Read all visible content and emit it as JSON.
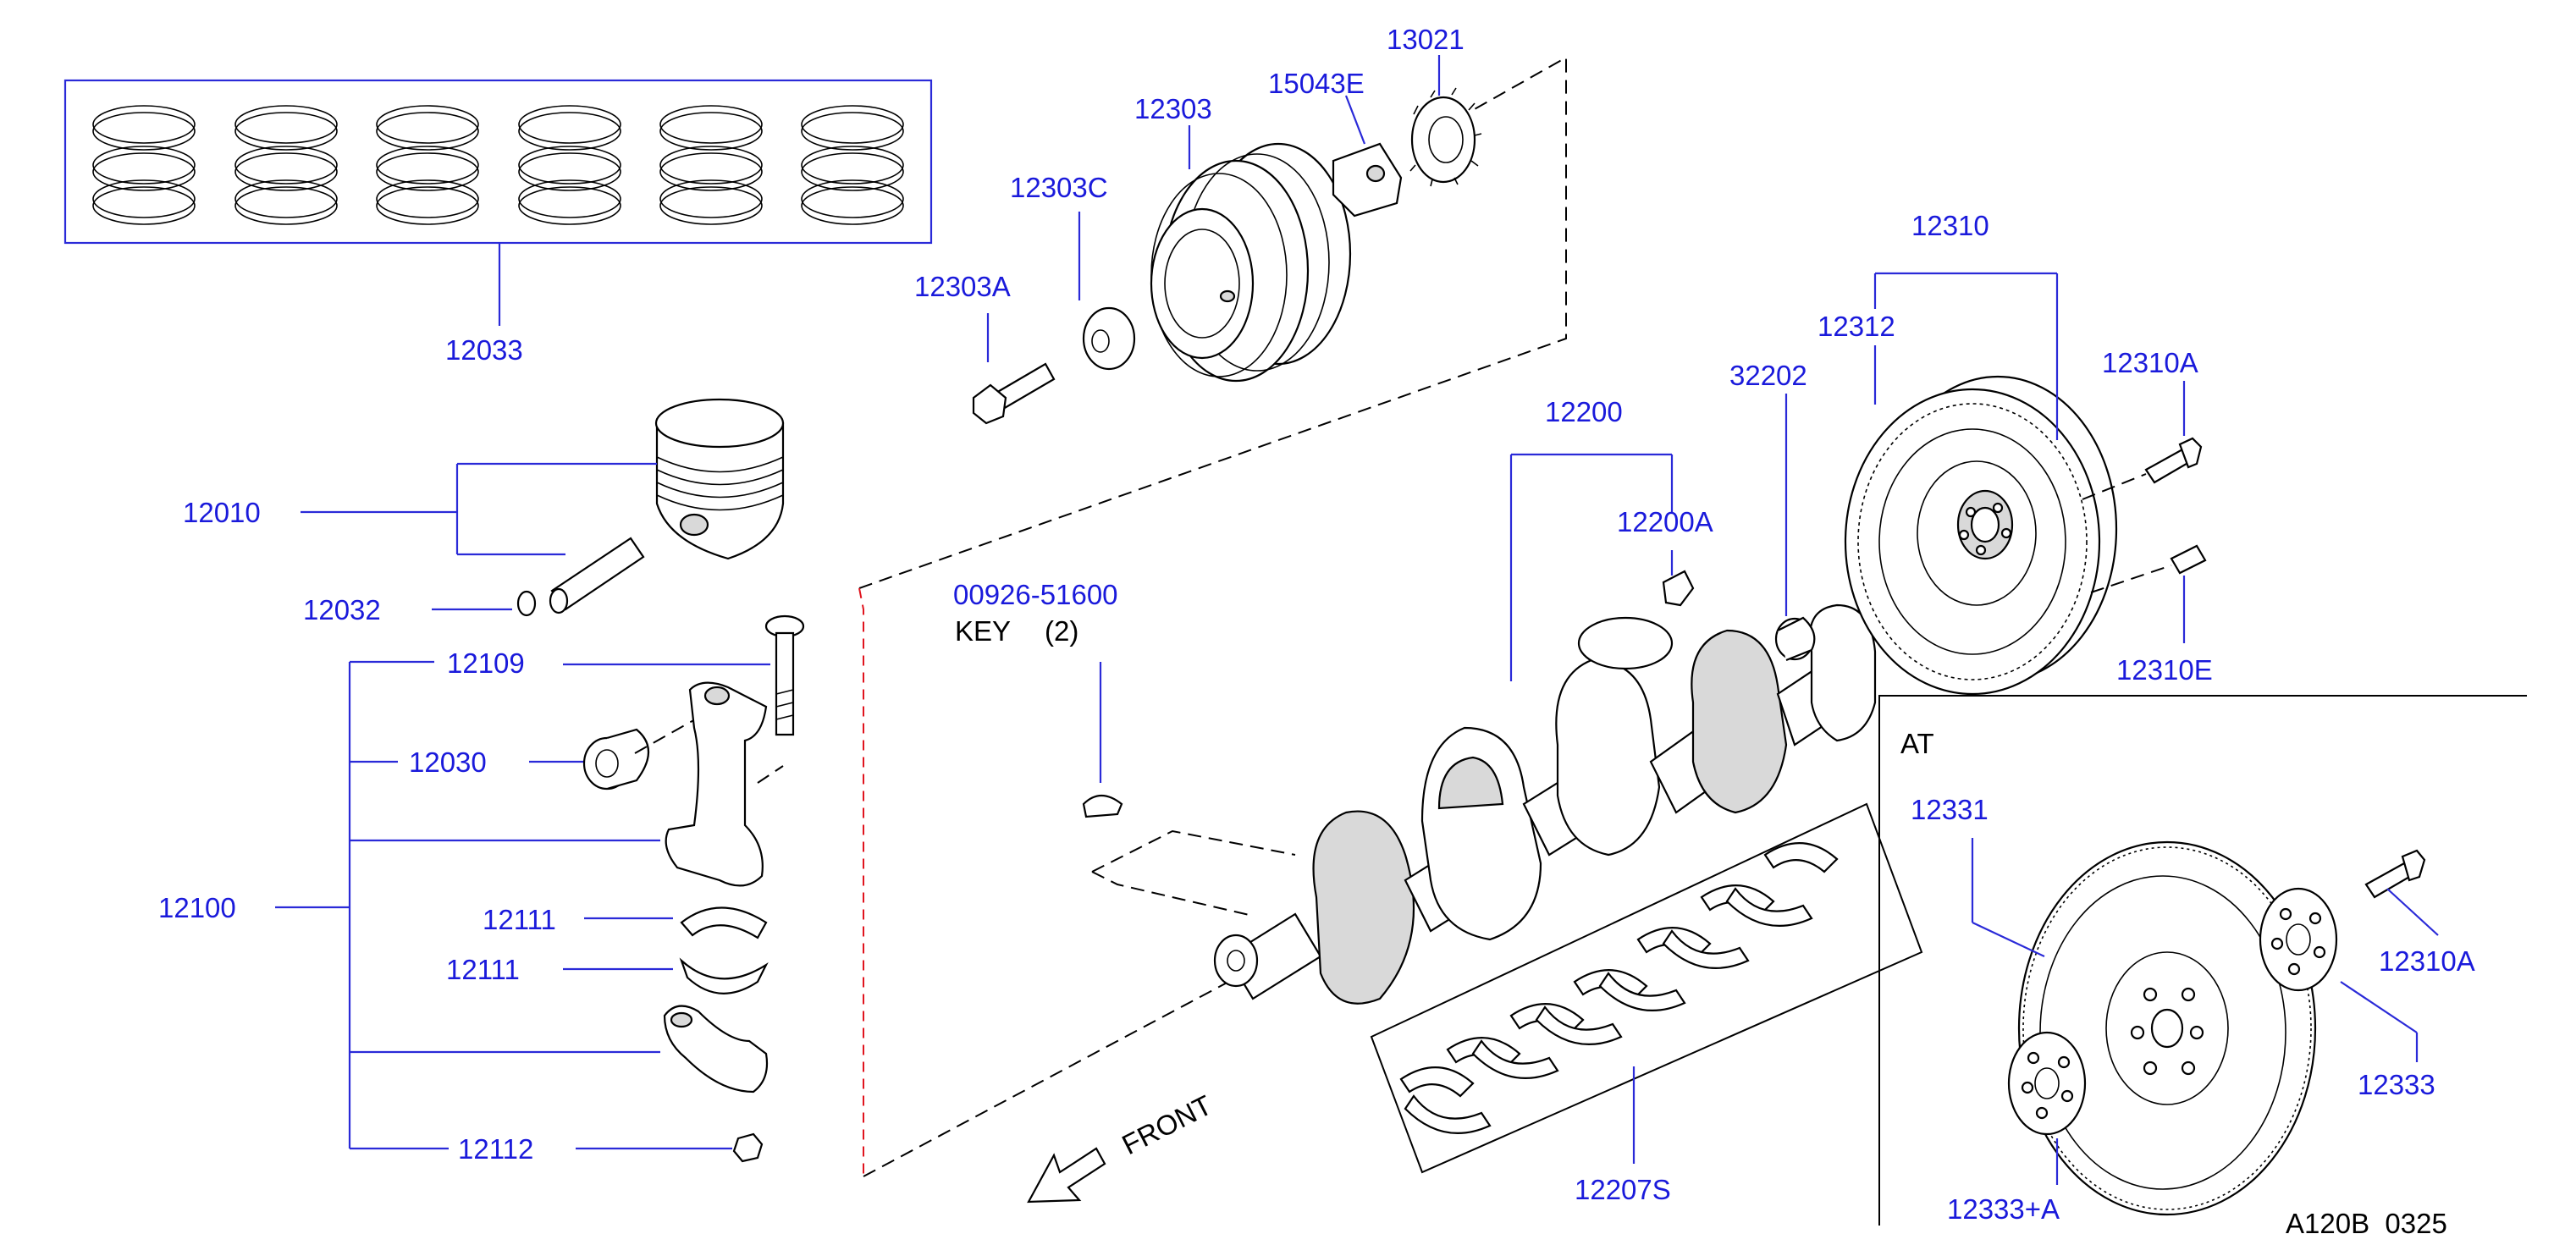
{
  "diagram": {
    "labels": {
      "p12033": "12033",
      "p12010": "12010",
      "p12032": "12032",
      "p12109": "12109",
      "p12030": "12030",
      "p12100": "12100",
      "p12111a": "12111",
      "p12111b": "12111",
      "p12112": "12112",
      "p12303": "12303",
      "p12303C": "12303C",
      "p12303A": "12303A",
      "p15043E": "15043E",
      "p13021": "13021",
      "p00926": "00926-51600",
      "key": "KEY",
      "key_qty": "(2)",
      "p12200": "12200",
      "p12200A": "12200A",
      "p32202": "32202",
      "p12310": "12310",
      "p12312": "12312",
      "p12310A": "12310A",
      "p12310E": "12310E",
      "p12207S": "12207S",
      "front": "FRONT",
      "at": "AT",
      "p12331": "12331",
      "p12310A_at": "12310A",
      "p12333": "12333",
      "p12333A": "12333+A",
      "code": "A120B  0325"
    },
    "colors": {
      "label": "#1a1adb",
      "leader": "#2a2ad8",
      "outline": "#000000",
      "red_dash": "#e0141e"
    }
  }
}
